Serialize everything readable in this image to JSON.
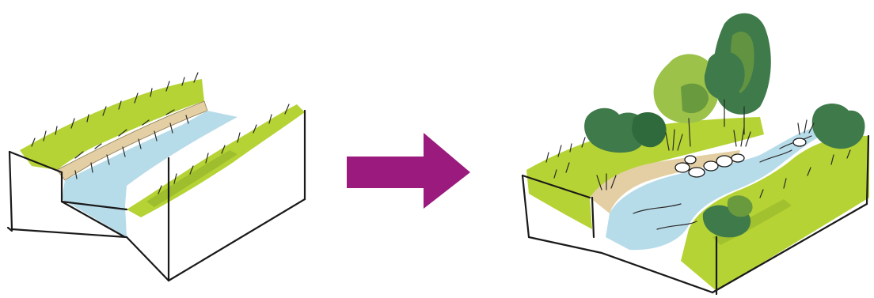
{
  "figure": {
    "panels": [
      {
        "id": "before",
        "description_name": "concrete-channel-block"
      },
      {
        "id": "after",
        "description_name": "naturalized-stream-block"
      }
    ]
  },
  "colors": {
    "grass": "#b5d334",
    "grass_dark": "#8fb02a",
    "water": "#b7dce9",
    "bank": "#e3cfa3",
    "tree_dark": "#3f7a4a",
    "tree_mid": "#6a9a3e",
    "tree_light": "#9cc24a",
    "arrow": "#9b1a7e",
    "ink": "#1a1a1a"
  }
}
